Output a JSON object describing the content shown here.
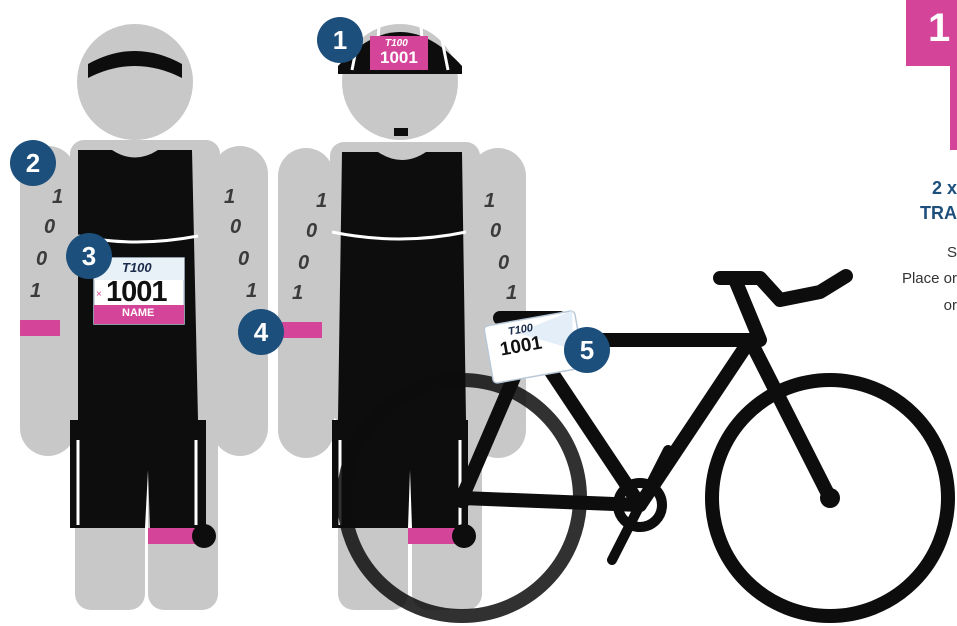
{
  "badges": {
    "b1": "1",
    "b2": "2",
    "b3": "3",
    "b4": "4",
    "b5": "5"
  },
  "bib": {
    "brand": "T100",
    "number": "1001",
    "name_label": "NAME",
    "cross": "×"
  },
  "helmet_sticker": {
    "brand": "T100",
    "number": "1001"
  },
  "bike_tag": {
    "brand": "T100",
    "number": "1001"
  },
  "arm_tattoo": [
    "1",
    "0",
    "0",
    "1"
  ],
  "side_panel": {
    "corner_number": "1",
    "line1": "2 x",
    "line2": "TRA",
    "line3": "S",
    "line4": "Place or",
    "line5": "or"
  },
  "colors": {
    "body": "#c8c8c8",
    "suit": "#0d0d0d",
    "accent": "#d4459a",
    "badge": "#1d4f7c"
  }
}
